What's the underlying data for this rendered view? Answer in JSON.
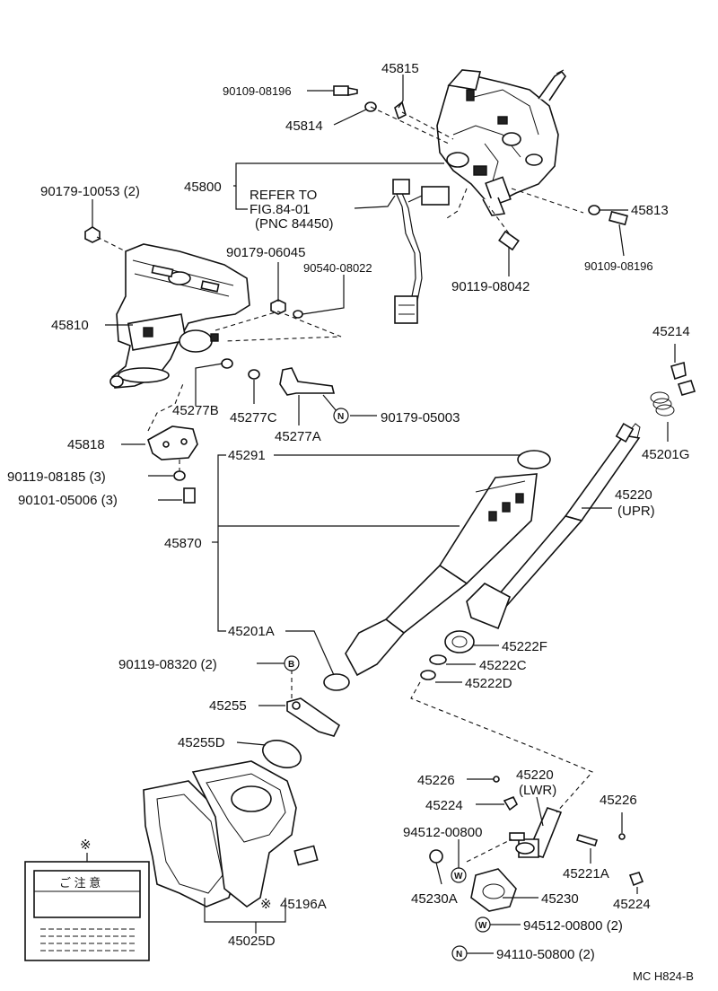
{
  "parts": {
    "p45815": "45815",
    "p90109_08196_a": "90109-08196",
    "p45814": "45814",
    "p45800": "45800",
    "p90179_10053": "90179-10053 (2)",
    "refer1": "REFER TO",
    "refer2": "FIG.84-01",
    "refer3": "(PNC 84450)",
    "p45813": "45813",
    "p90109_08196_b": "90109-08196",
    "p90179_06045": "90179-06045",
    "p90540_08022": "90540-08022",
    "p90119_08042": "90119-08042",
    "p45810": "45810",
    "p45214": "45214",
    "p45277B": "45277B",
    "p45277C": "45277C",
    "p90179_05003": "90179-05003",
    "p45277A": "45277A",
    "p45201G": "45201G",
    "p45818": "45818",
    "p45291": "45291",
    "p90119_08185": "90119-08185 (3)",
    "p90101_05006": "90101-05006 (3)",
    "p45220u": "45220",
    "p45220u_sub": "(UPR)",
    "p45870": "45870",
    "p45201A": "45201A",
    "p45222F": "45222F",
    "p90119_08320": "90119-08320 (2)",
    "p45222C": "45222C",
    "p45222D": "45222D",
    "p45255": "45255",
    "p45255D": "45255D",
    "p45226a": "45226",
    "p45220l": "45220",
    "p45220l_sub": "(LWR)",
    "p45226b": "45226",
    "p45224a": "45224",
    "p94512_00800a": "94512-00800",
    "p45221A": "45221A",
    "p45224b": "45224",
    "p45230A": "45230A",
    "p45230": "45230",
    "p45196A": "45196A",
    "p45025D": "45025D",
    "p94512_00800b": "94512-00800 (2)",
    "p94110_50800": "94110-50800 (2)",
    "asterisk": "※",
    "label_caution": "ご 注 意",
    "code": "MC  H824-B"
  },
  "markers": {
    "N": "N",
    "B": "B",
    "W": "W"
  }
}
